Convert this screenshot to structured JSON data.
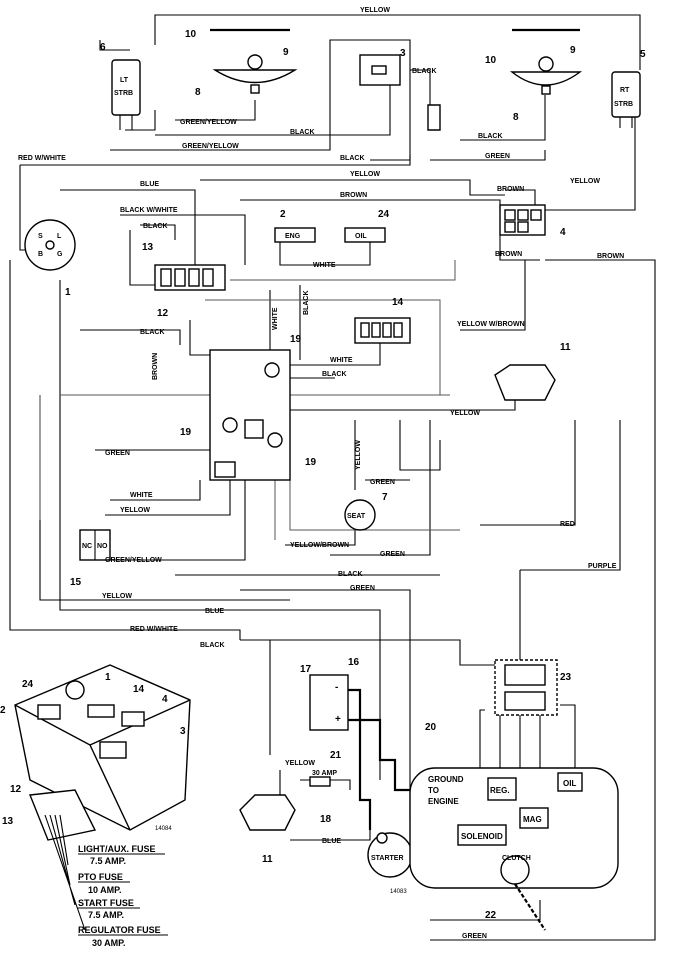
{
  "wires": {
    "yellow_top": "YELLOW",
    "green_yellow_1": "GREEN/YELLOW",
    "black_1": "BLACK",
    "green_yellow_2": "GREEN/YELLOW",
    "black_2": "BLACK",
    "black_3": "BLACK",
    "green_1": "GREEN",
    "red_white_1": "RED W/WHITE",
    "blue_1": "BLUE",
    "yellow_2": "YELLOW",
    "yellow_3": "YELLOW",
    "brown_1": "BROWN",
    "brown_2": "BROWN",
    "brown_3": "BROWN",
    "brown_4": "BROWN",
    "black_white": "BLACK W/WHITE",
    "black_4": "BLACK",
    "white_1": "WHITE",
    "white_2": "WHITE",
    "black_5": "BLACK",
    "yellow_brown_1": "YELLOW W/BROWN",
    "brown_5": "BROWN",
    "white_3": "WHITE",
    "black_6": "BLACK",
    "black_7": "BLACK",
    "yellow_4": "YELLOW",
    "green_2": "GREEN",
    "yellow_5": "YELLOW",
    "green_3": "GREEN",
    "white_4": "WHITE",
    "yellow_6": "YELLOW",
    "red_1": "RED",
    "green_yellow_3": "GREEN/YELLOW",
    "yellow_brown_2": "YELLOW/BROWN",
    "green_4": "GREEN",
    "purple_1": "PURPLE",
    "black_8": "BLACK",
    "green_5": "GREEN",
    "yellow_7": "YELLOW",
    "blue_2": "BLUE",
    "red_white_2": "RED W/WHITE",
    "black_9": "BLACK",
    "yellow_8": "YELLOW",
    "blue_3": "BLUE",
    "green_6": "GREEN"
  },
  "callouts": {
    "c1": "1",
    "c2": "2",
    "c3": "3",
    "c4": "4",
    "c5": "5",
    "c6": "6",
    "c7": "7",
    "c8a": "8",
    "c8b": "8",
    "c9a": "9",
    "c9b": "9",
    "c10a": "10",
    "c10b": "10",
    "c11a": "11",
    "c11b": "11",
    "c12": "12",
    "c13": "13",
    "c14": "14",
    "c15": "15",
    "c16": "16",
    "c17": "17",
    "c18": "18",
    "c19a": "19",
    "c19b": "19",
    "c19c": "19",
    "c20": "20",
    "c21": "21",
    "c22": "22",
    "c23": "23",
    "c24": "24",
    "p1": "1",
    "p2": "2",
    "p3": "3",
    "p4": "4",
    "p12": "12",
    "p13": "13",
    "p14": "14",
    "p24": "24"
  },
  "components": {
    "lt_strb_1": "LT",
    "lt_strb_2": "STRB",
    "rt_strb_1": "RT",
    "rt_strb_2": "STRB",
    "engine_label": "ENG",
    "oil_label": "OIL",
    "seat": "SEAT",
    "nc": "NC",
    "no": "NO",
    "amp30": "30 AMP",
    "starter": "STARTER",
    "ground_1": "GROUND",
    "ground_2": "TO",
    "ground_3": "ENGINE",
    "reg": "REG.",
    "oil": "OIL",
    "mag": "MAG",
    "solenoid": "SOLENOID",
    "clutch": "CLUTCH",
    "ign_s": "S",
    "ign_l": "L",
    "ign_b": "B",
    "ign_g": "G"
  },
  "fuses": {
    "light_aux": "LIGHT/AUX. FUSE",
    "light_aux_amp": "7.5 AMP.",
    "pto": "PTO FUSE",
    "pto_amp": "10 AMP.",
    "start": "START FUSE",
    "start_amp": "7.5 AMP.",
    "regulator": "REGULATOR FUSE",
    "regulator_amp": "30 AMP."
  },
  "refs": {
    "r1": "14084",
    "r2": "14083"
  }
}
